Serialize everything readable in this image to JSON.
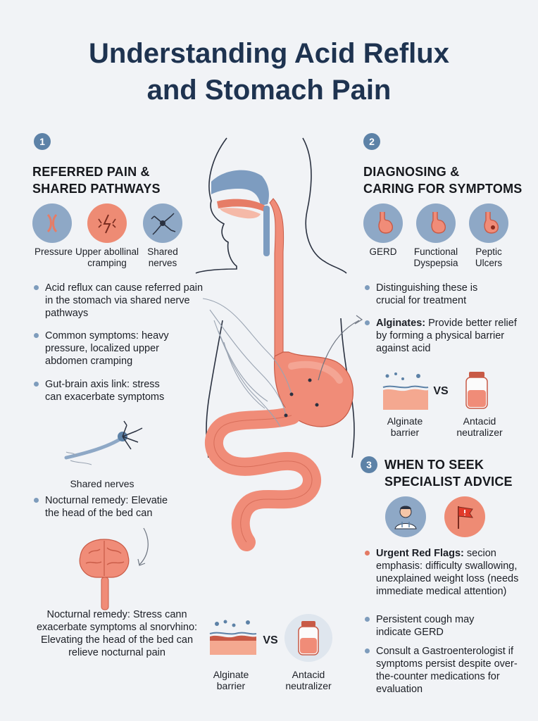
{
  "title": {
    "line1": "Understanding Acid Reflux",
    "line2": "and Stomach Pain"
  },
  "section1": {
    "number": "1",
    "heading_line1": "REFERRED PAIN &",
    "heading_line2": "SHARED PATHWAYS",
    "icons": [
      {
        "icon": "pressure-icon",
        "label": "Pressure"
      },
      {
        "icon": "cramping-icon",
        "label_line1": "Upper abollinal",
        "label_line2": "cramping"
      },
      {
        "icon": "nerves-icon",
        "label_line1": "Shared",
        "label_line2": "nerves"
      }
    ],
    "bullets": [
      "Acid reflux can cause referred pain in the stomach via shared nerve pathways",
      "Common symptoms: heavy pressure, localized upper abdomen cramping",
      "Gut-brain axis link: stress can exacerbate symptoms"
    ],
    "nerve_caption": "Shared nerves",
    "remedy_bullet": "Nocturnal remedy: Elevatie the head of the bed can",
    "bottom_text": "Nocturnal remedy: Stress cann exacerbate symptoms al snorvhino: Elevating the head of the bed can relieve nocturnal pain"
  },
  "section2": {
    "number": "2",
    "heading_line1": "DIAGNOSING &",
    "heading_line2": "CARING FOR SYMPTOMS",
    "icons": [
      {
        "icon": "stomach-gerd-icon",
        "label": "GERD"
      },
      {
        "icon": "stomach-dyspepsia-icon",
        "label_line1": "Functional",
        "label_line2": "Dyspepsia"
      },
      {
        "icon": "stomach-ulcer-icon",
        "label_line1": "Peptic",
        "label_line2": "Ulcers"
      }
    ],
    "bullets": [
      {
        "text": "Distinguishing these is crucial for treatment"
      },
      {
        "bold": "Alginates:",
        "text": " Provide better relief by forming a physical barrier against acid"
      }
    ],
    "compare": {
      "left_line1": "Alginate",
      "left_line2": "barrier",
      "vs": "VS",
      "right_line1": "Antacid",
      "right_line2": "neutralizer"
    }
  },
  "section3": {
    "number": "3",
    "heading_line1": "WHEN TO SEEK",
    "heading_line2": "SPECIALIST ADVICE",
    "icons": [
      "doctor-icon",
      "red-flag-icon"
    ],
    "bullets": [
      {
        "bold": "Urgent Red Flags:",
        "text": " secion emphasis: difficulty swallowing, unexplained weight loss (needs immediate medical attention)"
      },
      {
        "text": "Persistent cough may indicate GERD"
      },
      {
        "text": "Consult a Gastroenterologist if symptoms persist despite over-the-counter medications for evaluation"
      }
    ]
  },
  "bottom_compare": {
    "left_line1": "Alginate",
    "left_line2": "barrier",
    "vs": "VS",
    "right_line1": "Antacid",
    "right_line2": "neutralizer"
  },
  "colors": {
    "navy": "#1e3350",
    "coral": "#ee8b74",
    "blue": "#8ea8c6",
    "stomach": "#f08c78",
    "background": "#f1f3f6"
  }
}
